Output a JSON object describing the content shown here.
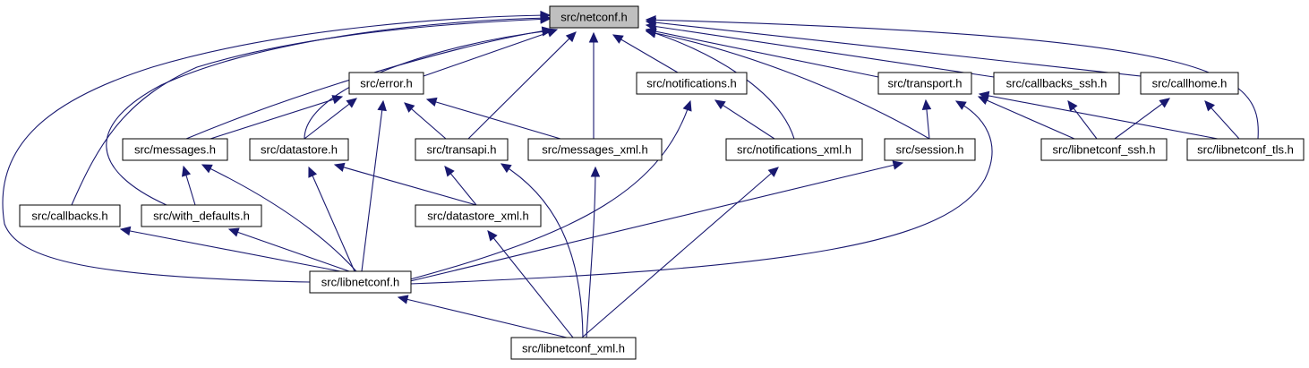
{
  "diagram": {
    "type": "include-dependency-graph",
    "nodes": {
      "netconf": "src/netconf.h",
      "error": "src/error.h",
      "notifications": "src/notifications.h",
      "transport": "src/transport.h",
      "callbacks_ssh": "src/callbacks_ssh.h",
      "callhome": "src/callhome.h",
      "messages": "src/messages.h",
      "datastore": "src/datastore.h",
      "transapi": "src/transapi.h",
      "messages_xml": "src/messages_xml.h",
      "notifications_xml": "src/notifications_xml.h",
      "session": "src/session.h",
      "libnetconf_ssh": "src/libnetconf_ssh.h",
      "libnetconf_tls": "src/libnetconf_tls.h",
      "callbacks": "src/callbacks.h",
      "with_defaults": "src/with_defaults.h",
      "datastore_xml": "src/datastore_xml.h",
      "libnetconf": "src/libnetconf.h",
      "libnetconf_xml": "src/libnetconf_xml.h"
    },
    "edges": [
      [
        "error",
        "netconf"
      ],
      [
        "notifications",
        "netconf"
      ],
      [
        "transport",
        "netconf"
      ],
      [
        "callbacks_ssh",
        "netconf"
      ],
      [
        "callhome",
        "netconf"
      ],
      [
        "messages",
        "netconf"
      ],
      [
        "datastore",
        "netconf"
      ],
      [
        "transapi",
        "netconf"
      ],
      [
        "messages_xml",
        "netconf"
      ],
      [
        "notifications_xml",
        "netconf"
      ],
      [
        "session",
        "netconf"
      ],
      [
        "libnetconf_tls",
        "netconf"
      ],
      [
        "callbacks",
        "netconf"
      ],
      [
        "with_defaults",
        "netconf"
      ],
      [
        "libnetconf",
        "netconf"
      ],
      [
        "messages",
        "error"
      ],
      [
        "datastore",
        "error"
      ],
      [
        "transapi",
        "error"
      ],
      [
        "messages_xml",
        "error"
      ],
      [
        "libnetconf",
        "error"
      ],
      [
        "notifications_xml",
        "notifications"
      ],
      [
        "libnetconf",
        "notifications"
      ],
      [
        "session",
        "transport"
      ],
      [
        "libnetconf_ssh",
        "transport"
      ],
      [
        "libnetconf_tls",
        "transport"
      ],
      [
        "libnetconf",
        "transport"
      ],
      [
        "libnetconf_ssh",
        "callbacks_ssh"
      ],
      [
        "libnetconf_ssh",
        "callhome"
      ],
      [
        "libnetconf_tls",
        "callhome"
      ],
      [
        "with_defaults",
        "messages"
      ],
      [
        "libnetconf",
        "messages"
      ],
      [
        "datastore_xml",
        "datastore"
      ],
      [
        "libnetconf",
        "datastore"
      ],
      [
        "datastore_xml",
        "transapi"
      ],
      [
        "libnetconf_xml",
        "transapi"
      ],
      [
        "libnetconf_xml",
        "messages_xml"
      ],
      [
        "libnetconf_xml",
        "notifications_xml"
      ],
      [
        "libnetconf",
        "session"
      ],
      [
        "libnetconf",
        "callbacks"
      ],
      [
        "libnetconf",
        "with_defaults"
      ],
      [
        "libnetconf_xml",
        "datastore_xml"
      ],
      [
        "libnetconf_xml",
        "libnetconf"
      ]
    ]
  },
  "colors": {
    "edge": "#191970",
    "root_fill": "#bfbfbf",
    "node_fill": "#ffffff",
    "node_border": "#000000"
  }
}
